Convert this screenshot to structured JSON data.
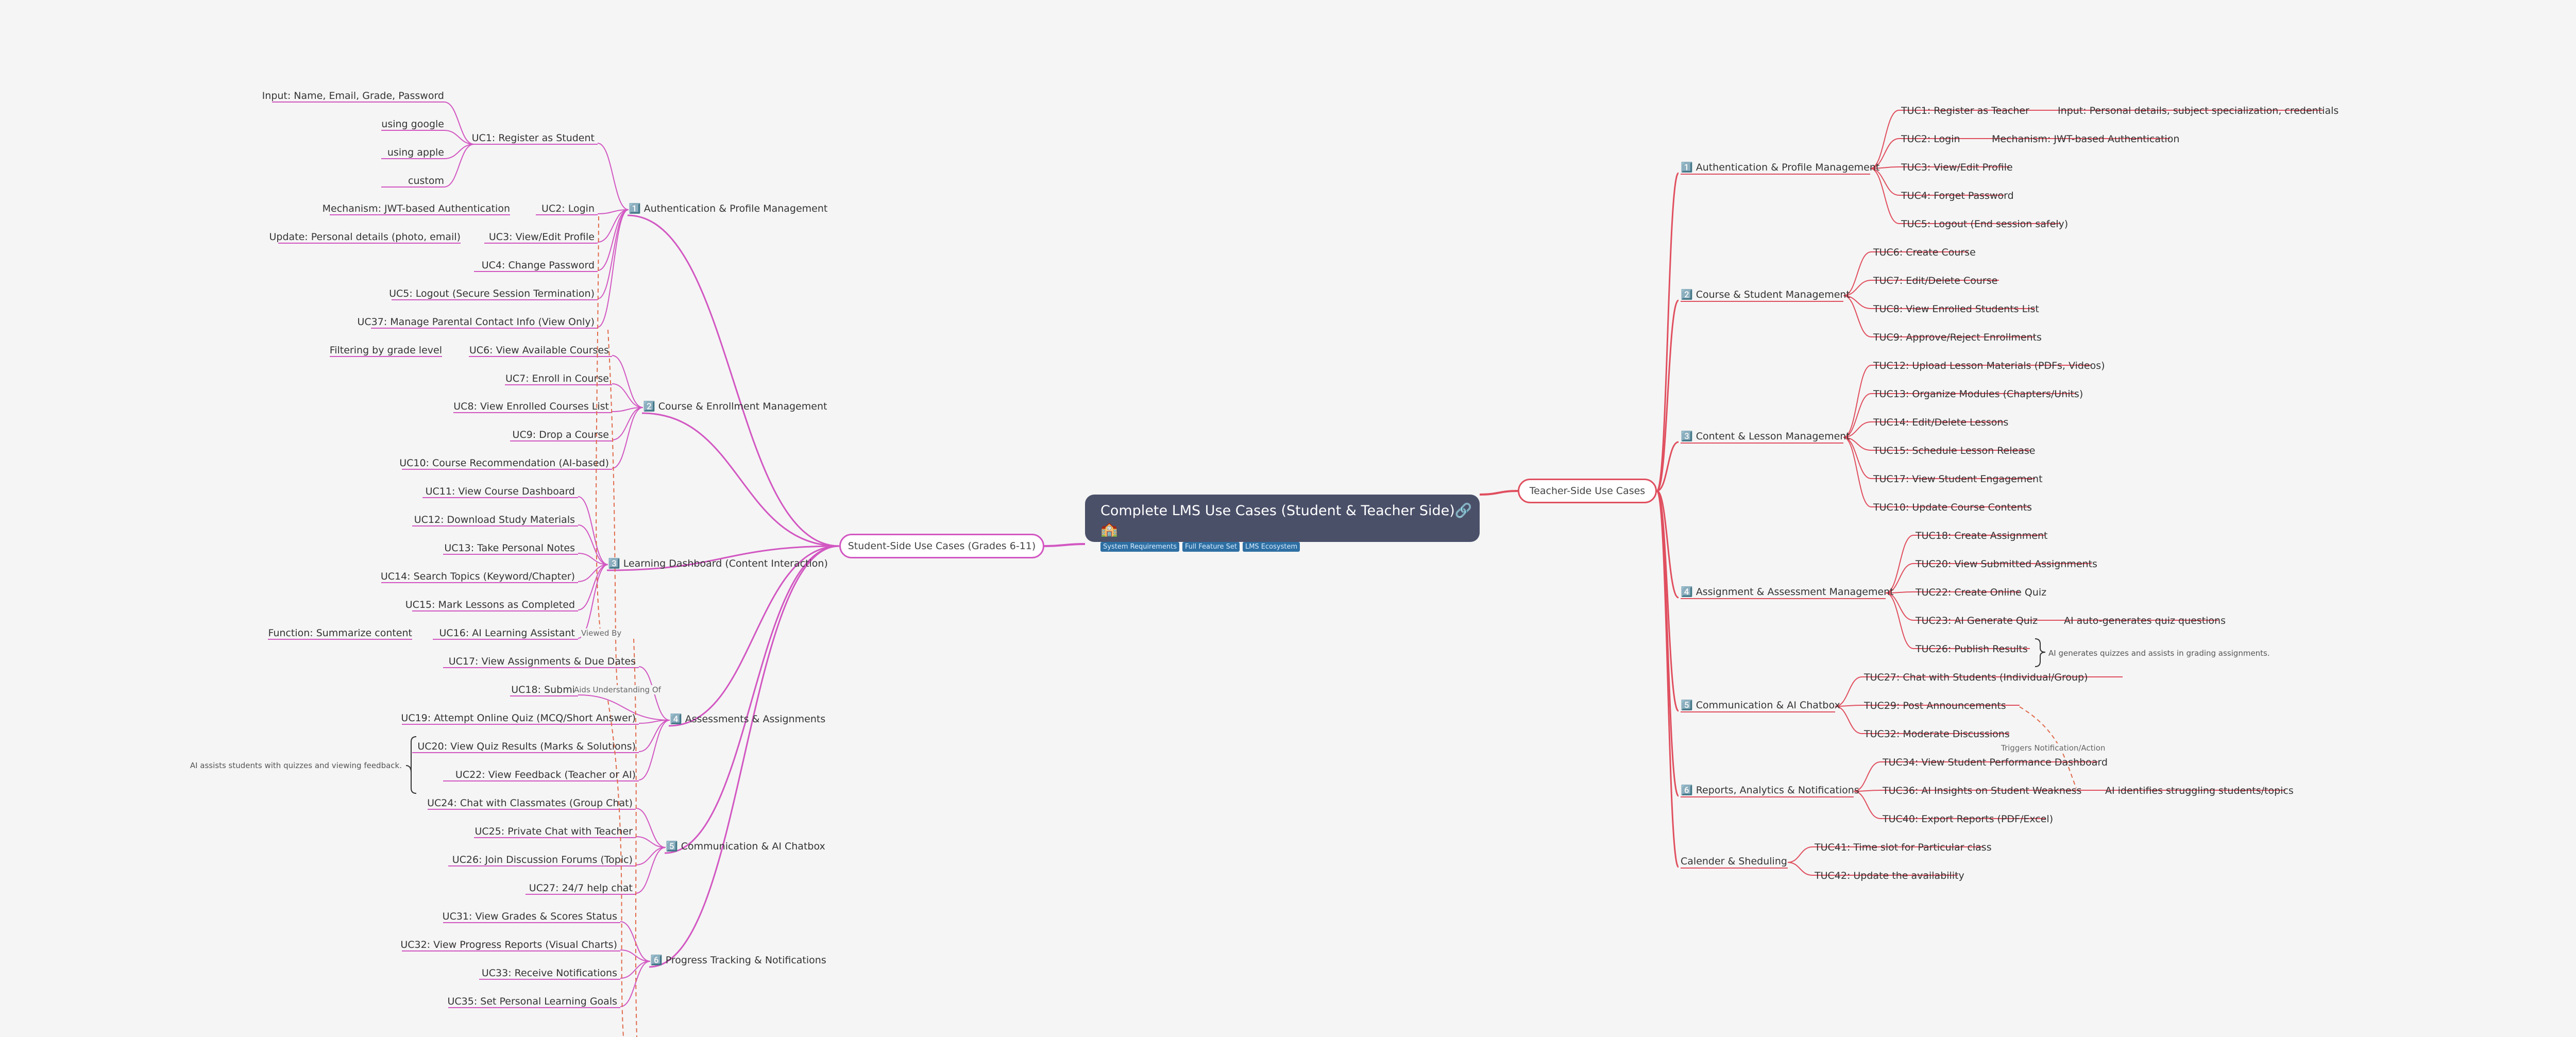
{
  "root": {
    "title": "Complete LMS Use Cases (Student & Teacher Side)🔗🏫",
    "tags": [
      "System Requirements",
      "Full Feature Set",
      "LMS Ecosystem"
    ]
  },
  "student": {
    "label": "Student-Side Use Cases (Grades 6-11)",
    "auth": {
      "label": "1️⃣ Authentication & Profile Management",
      "uc1": "UC1: Register as Student",
      "uc1_input": "Input: Name, Email, Grade, Password",
      "uc1_google": "using google",
      "uc1_apple": "using apple",
      "uc1_custom": "custom",
      "uc2": "UC2: Login",
      "uc2_mech": "Mechanism: JWT-based Authentication",
      "uc3": "UC3: View/Edit Profile",
      "uc3_update": "Update: Personal details (photo, email)",
      "uc4": "UC4: Change Password",
      "uc5": "UC5: Logout (Secure Session Termination)",
      "uc37": "UC37: Manage Parental Contact Info (View Only)"
    },
    "course": {
      "label": "2️⃣ Course & Enrollment Management",
      "uc6": "UC6: View Available Courses",
      "uc6_filter": "Filtering by grade level",
      "uc7": "UC7: Enroll in Course",
      "uc8": "UC8: View Enrolled Courses List",
      "uc9": "UC9: Drop a Course",
      "uc10": "UC10: Course Recommendation (AI-based)"
    },
    "learning": {
      "label": "3️⃣ Learning Dashboard (Content Interaction)",
      "uc11": "UC11: View Course Dashboard",
      "uc12": "UC12: Download Study Materials",
      "uc13": "UC13: Take Personal Notes",
      "uc14": "UC14: Search Topics (Keyword/Chapter)",
      "uc15": "UC15: Mark Lessons as Completed",
      "uc16": "UC16: AI Learning Assistant",
      "uc16_fn": "Function: Summarize content"
    },
    "assess": {
      "label": "4️⃣ Assessments & Assignments",
      "uc17": "UC17: View Assignments & Due Dates",
      "uc18": "UC18: Submi",
      "uc19": "UC19: Attempt Online Quiz (MCQ/Short Answer)",
      "uc20": "UC20: View Quiz Results (Marks & Solutions)",
      "uc22": "UC22: View Feedback (Teacher or AI)",
      "ai_note": "AI assists students with quizzes and viewing feedback."
    },
    "comm": {
      "label": "5️⃣ Communication & AI Chatbox",
      "uc24": "UC24: Chat with Classmates (Group Chat)",
      "uc25": "UC25: Private Chat with Teacher",
      "uc26": "UC26: Join Discussion Forums (Topic)",
      "uc27": "UC27: 24/7 help chat"
    },
    "progress": {
      "label": "6️⃣ Progress Tracking & Notifications",
      "uc31": "UC31: View Grades & Scores Status",
      "uc32": "UC32: View Progress Reports (Visual Charts)",
      "uc33": "UC33: Receive Notifications",
      "uc35": "UC35: Set Personal Learning Goals"
    }
  },
  "teacher": {
    "label": "Teacher-Side Use Cases",
    "auth": {
      "label": "1️⃣ Authentication & Profile Management",
      "t1": "TUC1: Register as Teacher",
      "t1_input": "Input: Personal details, subject specialization, credentials",
      "t2": "TUC2: Login",
      "t2_mech": "Mechanism: JWT-based Authentication",
      "t3": "TUC3: View/Edit Profile",
      "t4": "TUC4: Forget Password",
      "t5": "TUC5: Logout (End session safely)"
    },
    "course": {
      "label": "2️⃣ Course & Student Management",
      "t6": "TUC6: Create Course",
      "t7": "TUC7: Edit/Delete Course",
      "t8": "TUC8: View Enrolled Students List",
      "t9": "TUC9: Approve/Reject Enrollments"
    },
    "content": {
      "label": "3️⃣ Content & Lesson Management",
      "t12": "TUC12: Upload Lesson Materials (PDFs, Videos)",
      "t13": "TUC13: Organize Modules (Chapters/Units)",
      "t14": "TUC14: Edit/Delete Lessons",
      "t15": "TUC15: Schedule Lesson Release",
      "t17": "TUC17: View Student Engagement",
      "t10": "TUC10: Update Course Contents"
    },
    "assess": {
      "label": "4️⃣ Assignment & Assessment Management",
      "t18": "TUC18: Create Assignment",
      "t20": "TUC20: View Submitted Assignments",
      "t22": "TUC22: Create Online Quiz",
      "t23": "TUC23: AI Generate Quiz",
      "t23_note": "AI auto-generates quiz questions",
      "t26": "TUC26: Publish Results",
      "ai_note": "AI generates quizzes and assists in grading assignments."
    },
    "comm": {
      "label": "5️⃣ Communication & AI Chatbox",
      "t27": "TUC27: Chat with Students (Individual/Group)",
      "t29": "TUC29: Post Announcements",
      "t32": "TUC32: Moderate Discussions"
    },
    "reports": {
      "label": "6️⃣ Reports, Analytics & Notifications",
      "t34": "TUC34: View Student Performance Dashboard",
      "t36": "TUC36: AI Insights on Student Weakness",
      "t36_note": "AI identifies struggling students/topics",
      "t40": "TUC40: Export Reports (PDF/Excel)"
    },
    "calendar": {
      "label": "Calender & Sheduling",
      "t41": "TUC41: Time slot for Particular class",
      "t42": "TUC42: Update the availability"
    }
  },
  "relations": {
    "viewed_by": "Viewed By",
    "aids": "Aids Understanding Of",
    "triggers": "Triggers Notification/Action"
  },
  "colors": {
    "student_edge": "#d257c2",
    "teacher_edge": "#e04f5f",
    "background": "#f5f5f5",
    "root_fill": "#4b5069"
  }
}
